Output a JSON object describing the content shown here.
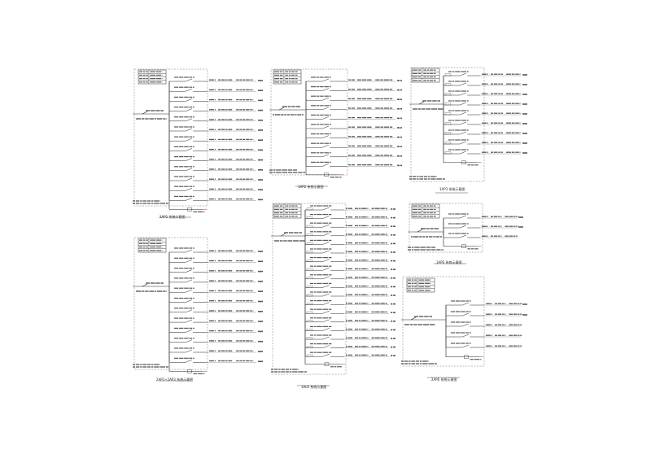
{
  "drawing": {
    "colors": {
      "line": "#222222",
      "accent": "#b03030",
      "dim": "#777777"
    },
    "panels": [
      {
        "id": "p1",
        "caption": "1AP1 系统示意图",
        "header_rows": 4,
        "branch_rows": 13,
        "style": "cb-tall"
      },
      {
        "id": "p2",
        "caption": "1AP2 系统示意图",
        "header_rows": 4,
        "branch_rows": 10,
        "style": "cb-tall"
      },
      {
        "id": "p3",
        "caption": "1AP3 系统示意图",
        "header_rows": 4,
        "branch_rows": 9,
        "style": "mixed"
      },
      {
        "id": "p4",
        "caption": "2AP1~2AP3 系统示意图",
        "header_rows": 4,
        "branch_rows": 12,
        "style": "cb-tall"
      },
      {
        "id": "p5",
        "caption": "1ALE 系统示意图",
        "header_rows": 4,
        "branch_rows": 18,
        "style": "dense"
      },
      {
        "id": "p6",
        "caption": "1APE 系统示意图",
        "header_rows": 4,
        "branch_rows": 3,
        "style": "small"
      },
      {
        "id": "p7",
        "caption": "2APE 系统示意图",
        "header_rows": 4,
        "branch_rows": 5,
        "style": "small"
      }
    ]
  }
}
